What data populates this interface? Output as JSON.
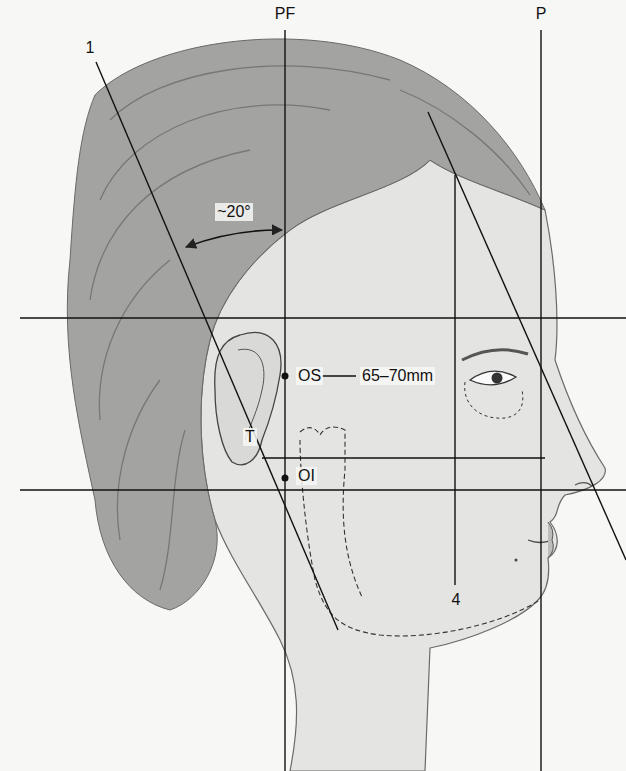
{
  "diagram": {
    "labels": [
      "PF",
      "P",
      "1",
      "~20°",
      "OS",
      "65–70mm",
      "T",
      "OI",
      "4"
    ]
  }
}
